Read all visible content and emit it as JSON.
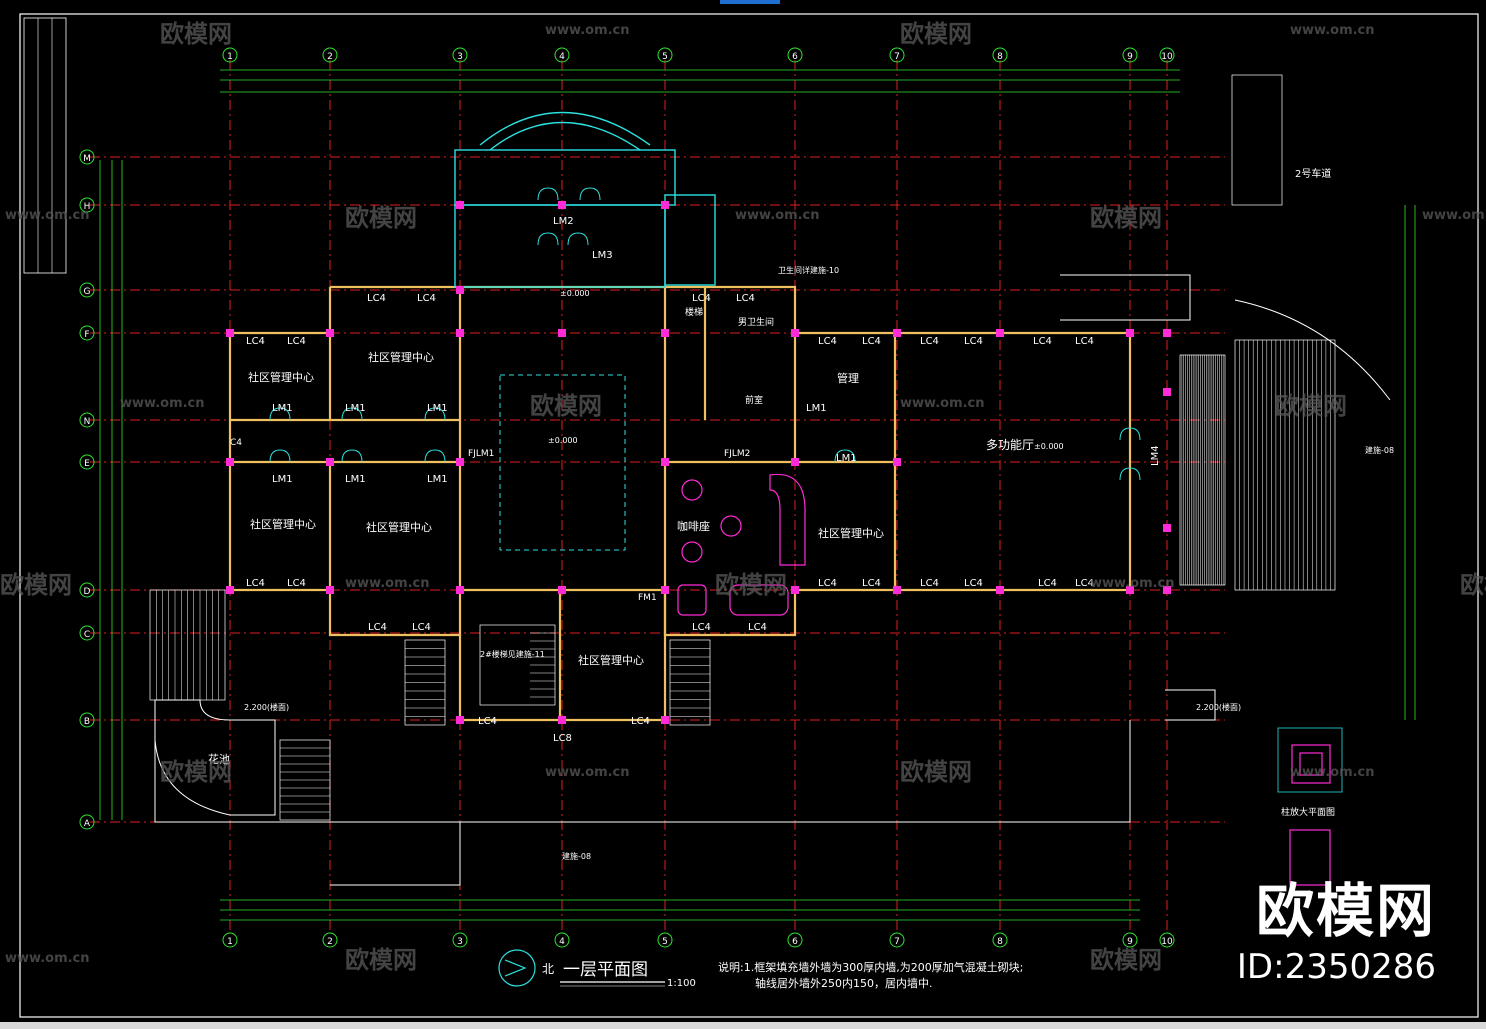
{
  "drawing": {
    "title": "一层平面图",
    "scale": "1:100",
    "north_label": "北",
    "notes_line1": "说明:1.框架填充墙外墙为300厚内墙,为200厚加气混凝土砌块;",
    "notes_line2": "轴线居外墙外250内150，居内墙中."
  },
  "axes_top": [
    "1",
    "2",
    "3",
    "4",
    "5",
    "6",
    "7",
    "8",
    "9",
    "10"
  ],
  "axes_left": [
    "A",
    "B",
    "C",
    "D",
    "E",
    "N",
    "F",
    "G",
    "H",
    "M"
  ],
  "rooms": {
    "r1": "社区管理中心",
    "r2": "社区管理中心",
    "r3": "社区管理中心",
    "r4": "社区管理中心",
    "r5": "社区管理中心",
    "r6": "社区管理中心",
    "cafe": "咖啡座",
    "multi": "多功能厅",
    "manage": "管理",
    "wc": "男卫生间",
    "front": "前室",
    "stair_room": "楼梯",
    "garden": "花池",
    "parking": "2号车道",
    "column_detail": "柱放大平面图"
  },
  "labels": {
    "lc4": "LC4",
    "lm1": "LM1",
    "lm2": "LM2",
    "lm3": "LM3",
    "lm4": "LM4",
    "lc8": "LC8",
    "fjlm1": "FJLM1",
    "fjlm2": "FJLM2",
    "fm1": "FM1",
    "c4": "C4",
    "elev0": "±0.000",
    "elev_a": "2.200(楼面)",
    "stair_note": "2#楼梯见建施-11",
    "wc_note": "卫生间详建施-10",
    "section_mark": "建施-08"
  },
  "watermark": {
    "brand": "欧模网",
    "url": "www.om.cn",
    "big_brand": "欧模网",
    "id": "ID:2350286"
  },
  "colors": {
    "bg": "#000000",
    "axis": "#e01e1e",
    "wall": "#f0c060",
    "dim": "#2ee62e",
    "column": "#ff2bd6",
    "text": "#ffffff",
    "cyan": "#2ce0e0",
    "border": "#ffffff"
  }
}
